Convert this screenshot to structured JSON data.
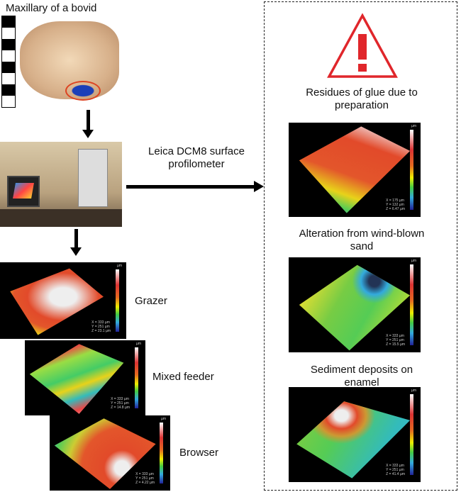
{
  "specimen": {
    "title": "Maxillary of a bovid"
  },
  "instrument": {
    "label": "Leica DCM8 surface profilometer"
  },
  "diets": [
    {
      "label": "Grazer",
      "unit": "µm",
      "x": "X = 333 µm",
      "y": "Y = 251 µm",
      "z": "Z = 23.1 µm"
    },
    {
      "label": "Mixed feeder",
      "unit": "µm",
      "x": "X = 333 µm",
      "y": "Y = 251 µm",
      "z": "Z = 14.8 µm"
    },
    {
      "label": "Browser",
      "unit": "µm",
      "x": "X = 333 µm",
      "y": "Y = 251 µm",
      "z": "Z = 4.22 µm"
    }
  ],
  "artifacts": [
    {
      "label": "Residues of glue due to preparation",
      "unit": "µm",
      "x": "X = 175 µm",
      "y": "Y = 132 µm",
      "z": "Z = 6.47 µm"
    },
    {
      "label": "Alteration from wind-blown sand",
      "unit": "µm",
      "x": "X = 333 µm",
      "y": "Y = 251 µm",
      "z": "Z = 15.5 µm"
    },
    {
      "label": "Sediment deposits on enamel",
      "unit": "µm",
      "x": "X = 333 µm",
      "y": "Y = 251 µm",
      "z": "Z = 41.4 µm"
    }
  ],
  "warning": {
    "symbol": "!",
    "color": "#e0262b"
  }
}
